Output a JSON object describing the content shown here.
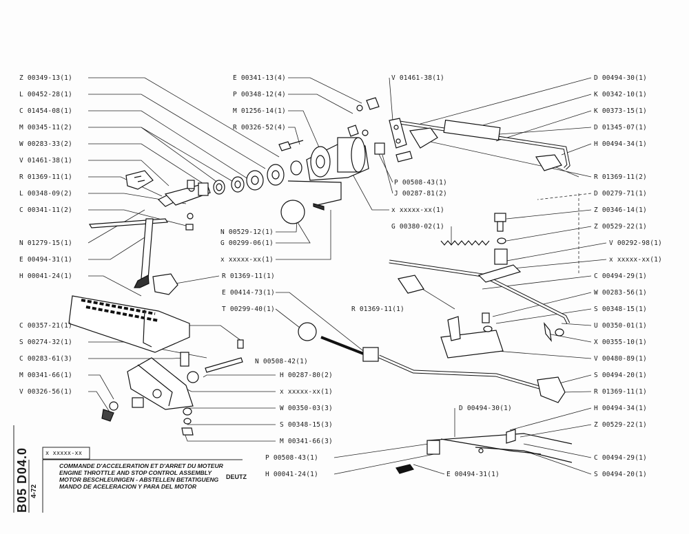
{
  "left_labels": [
    "Z 00349-13(1)",
    "L 00452-28(1)",
    "C 01454-08(1)",
    "M 00345-11(2)",
    "W 00283-33(2)",
    "V 01461-38(1)",
    "R 01369-11(1)",
    "L 00348-09(2)",
    "C 00341-11(2)",
    "N 01279-15(1)",
    "E 00494-31(1)",
    "H 00041-24(1)",
    "C 00357-21(1)",
    "S 00274-32(1)",
    "C 00283-61(3)",
    "M 00341-66(1)",
    "V 00326-56(1)"
  ],
  "center_left_labels": [
    "E 00341-13(4)",
    "P 00348-12(4)",
    "M 01256-14(1)",
    "R 00326-52(4)"
  ],
  "center_mid_labels": [
    "N 00529-12(1)",
    "G 00299-06(1)",
    "x xxxxx-xx(1)",
    "R 01369-11(1)",
    "E 00414-73(1)",
    "T 00299-40(1)",
    "N 00508-42(1)",
    "H 00287-80(2)",
    "x xxxxx-xx(1)",
    "W 00350-03(3)",
    "S 00348-15(3)",
    "M 00341-66(3)",
    "P 00508-43(1)",
    "H 00041-24(1)"
  ],
  "center_right_labels": [
    "V 01461-38(1)",
    "P 00508-43(1)",
    "J 00287-81(2)",
    "x xxxxx-xx(1)",
    "G 00380-02(1)",
    "R 01369-11(1)",
    "D 00494-30(1)",
    "E 00494-31(1)"
  ],
  "right_labels": [
    "D 00494-30(1)",
    "K 00342-10(1)",
    "K 00373-15(1)",
    "D 01345-07(1)",
    "H 00494-34(1)",
    "R 01369-11(2)",
    "D 00279-71(1)",
    "Z 00346-14(1)",
    "Z 00529-22(1)",
    "V 00292-98(1)",
    "x xxxxx-xx(1)",
    "C 00494-29(1)",
    "W 00283-56(1)",
    "S 00348-15(1)",
    "U 00350-01(1)",
    "X 00355-10(1)",
    "V 00480-89(1)",
    "S 00494-20(1)",
    "R 01369-11(1)",
    "H 00494-34(1)",
    "Z 00529-22(1)",
    "C 00494-29(1)",
    "S 00494-20(1)"
  ],
  "title_block": {
    "ref_box": "x xxxxx-xx",
    "lines": [
      "COMMANDE D'ACCELERATION ET D'ARRET DU MOTEUR",
      "ENGINE THROTTLE AND STOP CONTROL ASSEMBLY",
      "MOTOR BESCHLEUNIGEN - ABSTELLEN BETATIGUENG",
      "MANDO DE ACELERACION Y PARA DEL MOTOR"
    ],
    "brand": "DEUTZ",
    "drawing_number": "B05 D04.0",
    "date": "4-72"
  }
}
